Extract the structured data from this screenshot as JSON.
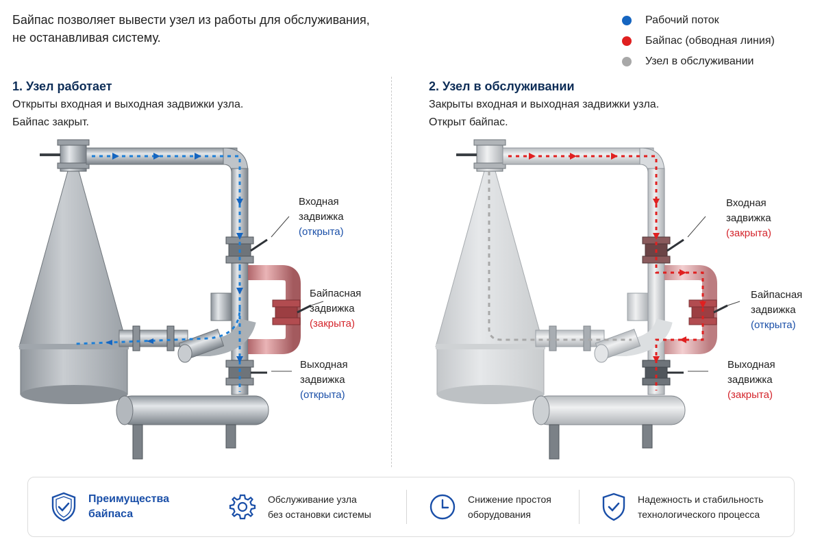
{
  "intro": {
    "line1": "Байпас позволяет вывести узел из работы для обслуживания,",
    "line2": "не останавливая систему."
  },
  "legend": [
    {
      "label": "Рабочий поток",
      "color": "#1565c0"
    },
    {
      "label": "Байпас (обводная линия)",
      "color": "#e02020"
    },
    {
      "label": "Узел в обслуживании",
      "color": "#a8a8a8"
    }
  ],
  "panel1": {
    "title": "1. Узел работает",
    "desc1": "Открыты входная и выходная задвижки узла.",
    "desc2": "Байпас закрыт.",
    "inlet": {
      "line1": "Входная",
      "line2": "задвижка",
      "status": "(открыта)"
    },
    "bypass": {
      "line1": "Байпасная",
      "line2": "задвижка",
      "status": "(закрыта)"
    },
    "outlet": {
      "line1": "Выходная",
      "line2": "задвижка",
      "status": "(открыта)"
    }
  },
  "panel2": {
    "title": "2. Узел в обслуживании",
    "desc1": "Закрыты входная и выходная задвижки узла.",
    "desc2": "Открыт байпас.",
    "inlet": {
      "line1": "Входная",
      "line2": "задвижка",
      "status": "(закрыта)"
    },
    "bypass": {
      "line1": "Байпасная",
      "line2": "задвижка",
      "status": "(открыта)"
    },
    "outlet": {
      "line1": "Выходная",
      "line2": "задвижка",
      "status": "(закрыта)"
    }
  },
  "benefits": {
    "title_line1": "Преимущества",
    "title_line2": "байпаса",
    "items": [
      {
        "line1": "Обслуживание узла",
        "line2": "без остановки системы",
        "icon": "gear-icon"
      },
      {
        "line1": "Снижение простоя",
        "line2": "оборудования",
        "icon": "clock-icon"
      },
      {
        "line1": "Надежность и стабильность",
        "line2": "технологического процесса",
        "icon": "shield-check-icon"
      }
    ]
  },
  "colors": {
    "flow": "#1565c0",
    "bypass": "#e02020",
    "maintenance": "#a8a8a8",
    "open_status": "#1a4fa8",
    "closed_status": "#d4242b",
    "title": "#0d2d57"
  }
}
